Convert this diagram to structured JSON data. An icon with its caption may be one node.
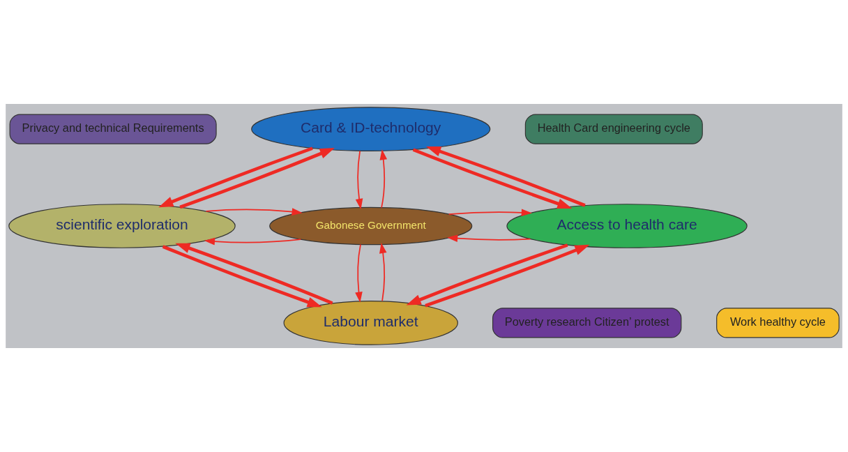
{
  "diagram": {
    "nodes": [
      {
        "text": [
          "Privacy and technical Requirements"
        ]
      },
      {
        "text": [
          "Card & ID-technology"
        ]
      },
      {
        "text": [
          "Health Card engineering cycle"
        ]
      },
      {
        "text": [
          "scientific exploration"
        ]
      },
      {
        "text": [
          "Gabonese Government"
        ]
      },
      {
        "text": [
          "Access to health care"
        ]
      },
      {
        "text": [
          "Poverty research Citizen’ protest"
        ]
      },
      {
        "text": [
          "Labour market"
        ]
      },
      {
        "text": [
          "Work healthy cycle"
        ]
      }
    ],
    "edges": [
      {
        "from": 3,
        "to": 1,
        "arrow": "to",
        "style": "thick"
      },
      {
        "from": 1,
        "to": 3,
        "arrow": "to",
        "style": "thick"
      },
      {
        "from": 5,
        "to": 1,
        "arrow": "to",
        "style": "thick"
      },
      {
        "from": 1,
        "to": 5,
        "arrow": "to",
        "style": "thick"
      },
      {
        "from": 4,
        "to": 1,
        "arrow": "to"
      },
      {
        "from": 1,
        "to": 4,
        "arrow": "to"
      },
      {
        "from": 4,
        "to": 3,
        "arrow": "to"
      },
      {
        "from": 3,
        "to": 4,
        "arrow": "to"
      },
      {
        "from": 5,
        "to": 4,
        "arrow": "to"
      },
      {
        "from": 4,
        "to": 5,
        "arrow": "to"
      },
      {
        "from": 7,
        "to": 4,
        "arrow": "to"
      },
      {
        "from": 4,
        "to": 7,
        "arrow": "to"
      },
      {
        "from": 3,
        "to": 7,
        "arrow": "to",
        "style": "thick"
      },
      {
        "from": 7,
        "to": 3,
        "arrow": "to",
        "style": "thick"
      },
      {
        "from": 7,
        "to": 5,
        "arrow": "to",
        "style": "thick"
      },
      {
        "from": 5,
        "to": 7,
        "arrow": "to",
        "style": "thick"
      }
    ]
  }
}
